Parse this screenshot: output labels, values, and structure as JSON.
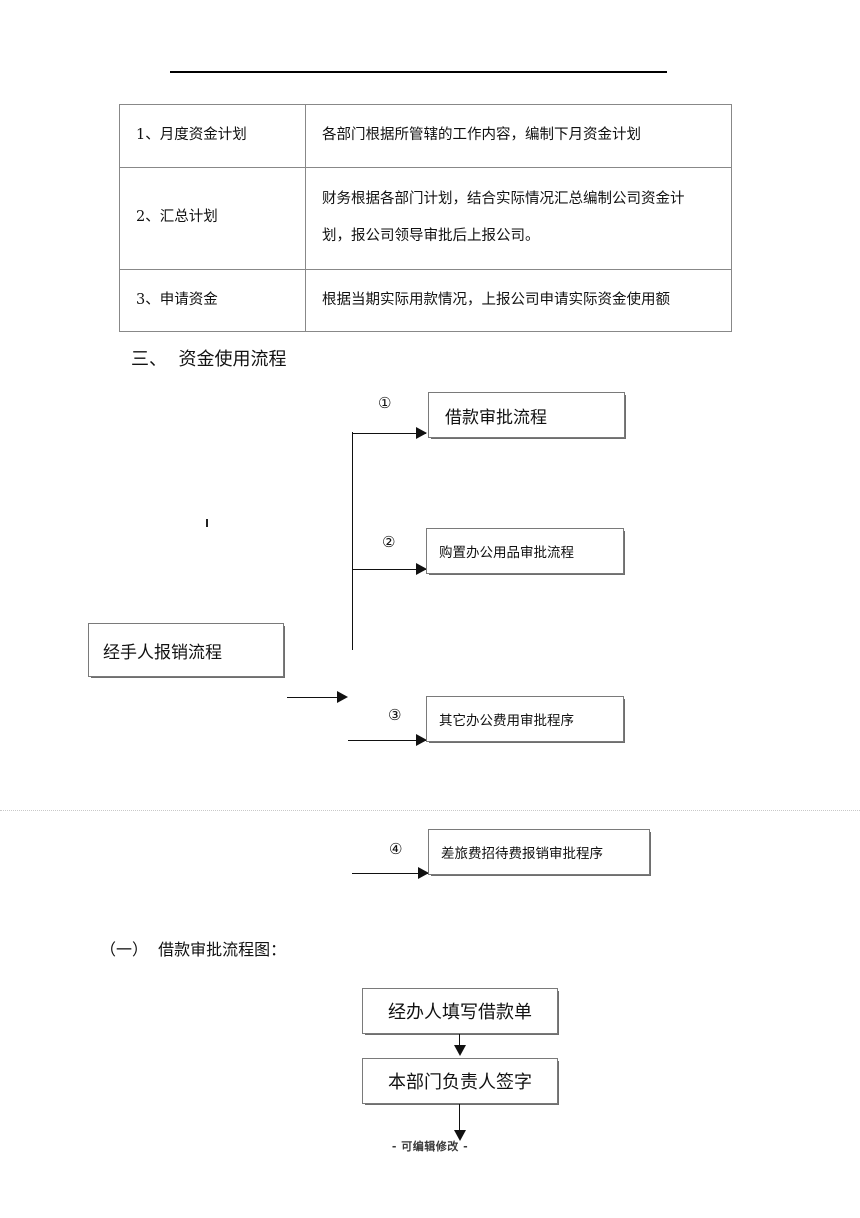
{
  "document": {
    "footer_note": "- 可编辑修改 -"
  },
  "table": {
    "rows": [
      {
        "label": "1、月度资金计划",
        "content": "各部门根据所管辖的工作内容，编制下月资金计划"
      },
      {
        "label": "2、汇总计划",
        "content": "财务根据各部门计划，结合实际情况汇总编制公司资金计\n划，报公司领导审批后上报公司。"
      },
      {
        "label": "3、申请资金",
        "content": "根据当期实际用款情况，上报公司申请实际资金使用额"
      }
    ]
  },
  "sections": [
    {
      "id": "section-3",
      "title": "三、  资金使用流程"
    },
    {
      "id": "section-1",
      "title": "（一）  借款审批流程图："
    }
  ],
  "flow_usage": {
    "source_box": "经手人报销流程",
    "branches": [
      {
        "number": "①",
        "label": "借款审批流程"
      },
      {
        "number": "②",
        "label": "购置办公用品审批流程"
      },
      {
        "number": "③",
        "label": "其它办公费用审批程序"
      },
      {
        "number": "④",
        "label": "差旅费招待费报销审批程序"
      }
    ]
  },
  "flow_loan": {
    "steps": [
      {
        "label": "经办人填写借款单"
      },
      {
        "label": "本部门负责人签字"
      }
    ]
  }
}
